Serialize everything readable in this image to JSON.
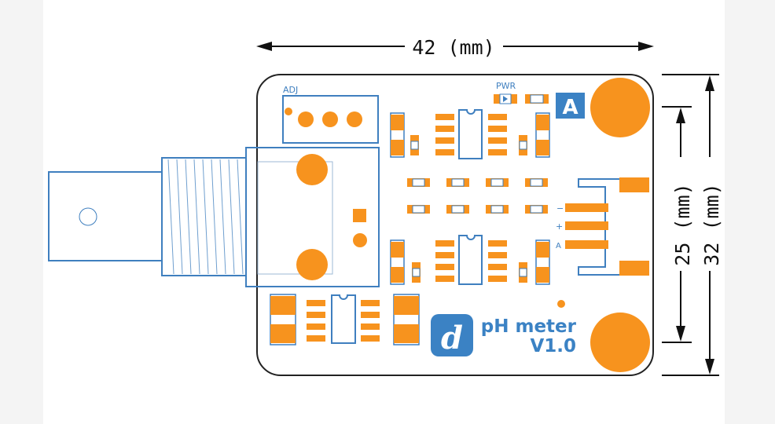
{
  "dimensions": {
    "width": "42 (mm)",
    "outer_height": "32 (mm)",
    "hole_spacing": "25 (mm)"
  },
  "silkscreen": {
    "adj": "ADJ",
    "pwr": "PWR",
    "pin_minus": "−",
    "pin_plus": "+",
    "pin_a": "A",
    "badge": "A"
  },
  "product": {
    "name": "pH meter",
    "version": "V1.0",
    "logo_letter": "d"
  },
  "colors": {
    "board_outline": "#222222",
    "copper": "#f7931e",
    "silk_blue": "#3f7fbf",
    "logo_blue": "#3b82c4",
    "background": "#ffffff"
  }
}
